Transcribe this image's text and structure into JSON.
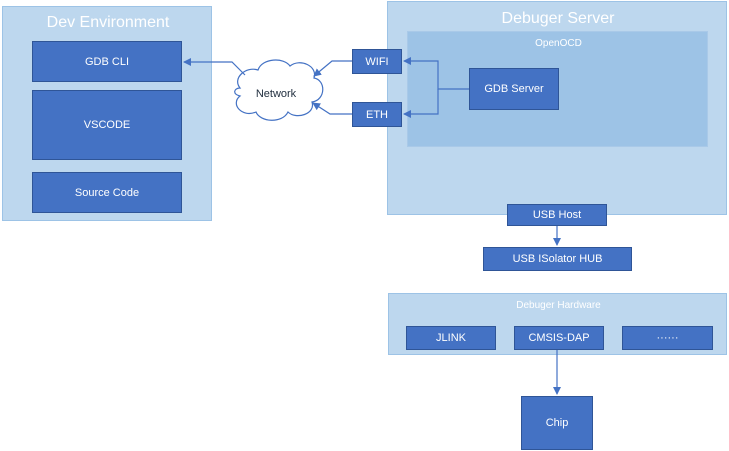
{
  "dev_env": {
    "title": "Dev Environment",
    "gdb_cli": "GDB CLI",
    "vscode": "VSCODE",
    "source_code": "Source Code"
  },
  "network": {
    "label": "Network"
  },
  "server": {
    "title": "Debuger Server",
    "wifi": "WIFI",
    "eth": "ETH",
    "openocd": {
      "title": "OpenOCD",
      "gdb_server": "GDB Server"
    },
    "usb_host": "USB Host"
  },
  "usb_isolator": "USB ISolator HUB",
  "hardware": {
    "title": "Debuger Hardware",
    "jlink": "JLINK",
    "cmsis_dap": "CMSIS-DAP",
    "more": "······"
  },
  "chip": "Chip",
  "colors": {
    "panel": "#bdd7ee",
    "inner_panel": "#9dc3e6",
    "box": "#4472c4",
    "connector": "#4472c4"
  }
}
